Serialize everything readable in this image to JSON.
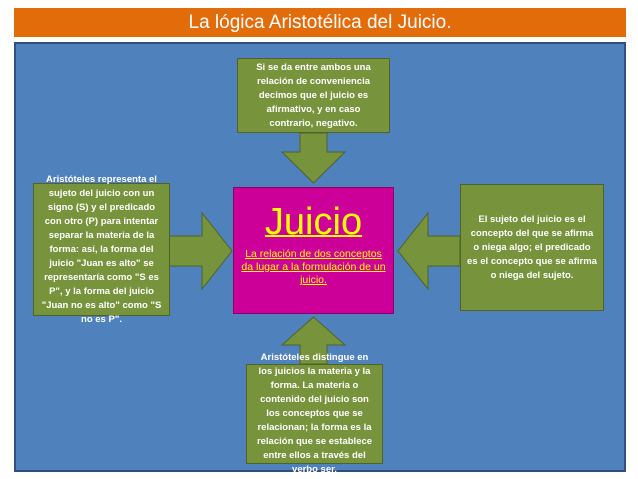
{
  "title": "La lógica Aristotélica del Juicio.",
  "center": {
    "title": "Juicio",
    "subtitle": "La relación de dos conceptos da lugar a la formulación de un juicio."
  },
  "boxes": {
    "top": "Si se da entre ambos una relación de conveniencia decimos que el juicio es afirmativo, y en caso contrario, negativo.",
    "left": "Aristóteles representa el sujeto del juicio con un signo (S) y el predicado con otro (P) para intentar separar la materia de la forma: así, la forma del juicio \"Juan es alto\" se representaría como \"S es P\", y la forma del juicio \"Juan no es alto\" como \"S no es P\".",
    "right": "El sujeto del juicio es el concepto del que se afirma o niega algo; el predicado es el concepto que se afirma o niega del sujeto.",
    "bottom": "Aristóteles distingue en los juicios la materia y la forma. La materia o contenido del juicio son los conceptos que se relacionan; la forma es la relación que se establece entre ellos a través del verbo ser."
  },
  "colors": {
    "title_bar": "#e36c0a",
    "panel": "#4f81bd",
    "box": "#77933c",
    "center": "#cc0099",
    "center_text": "#ffff00"
  }
}
